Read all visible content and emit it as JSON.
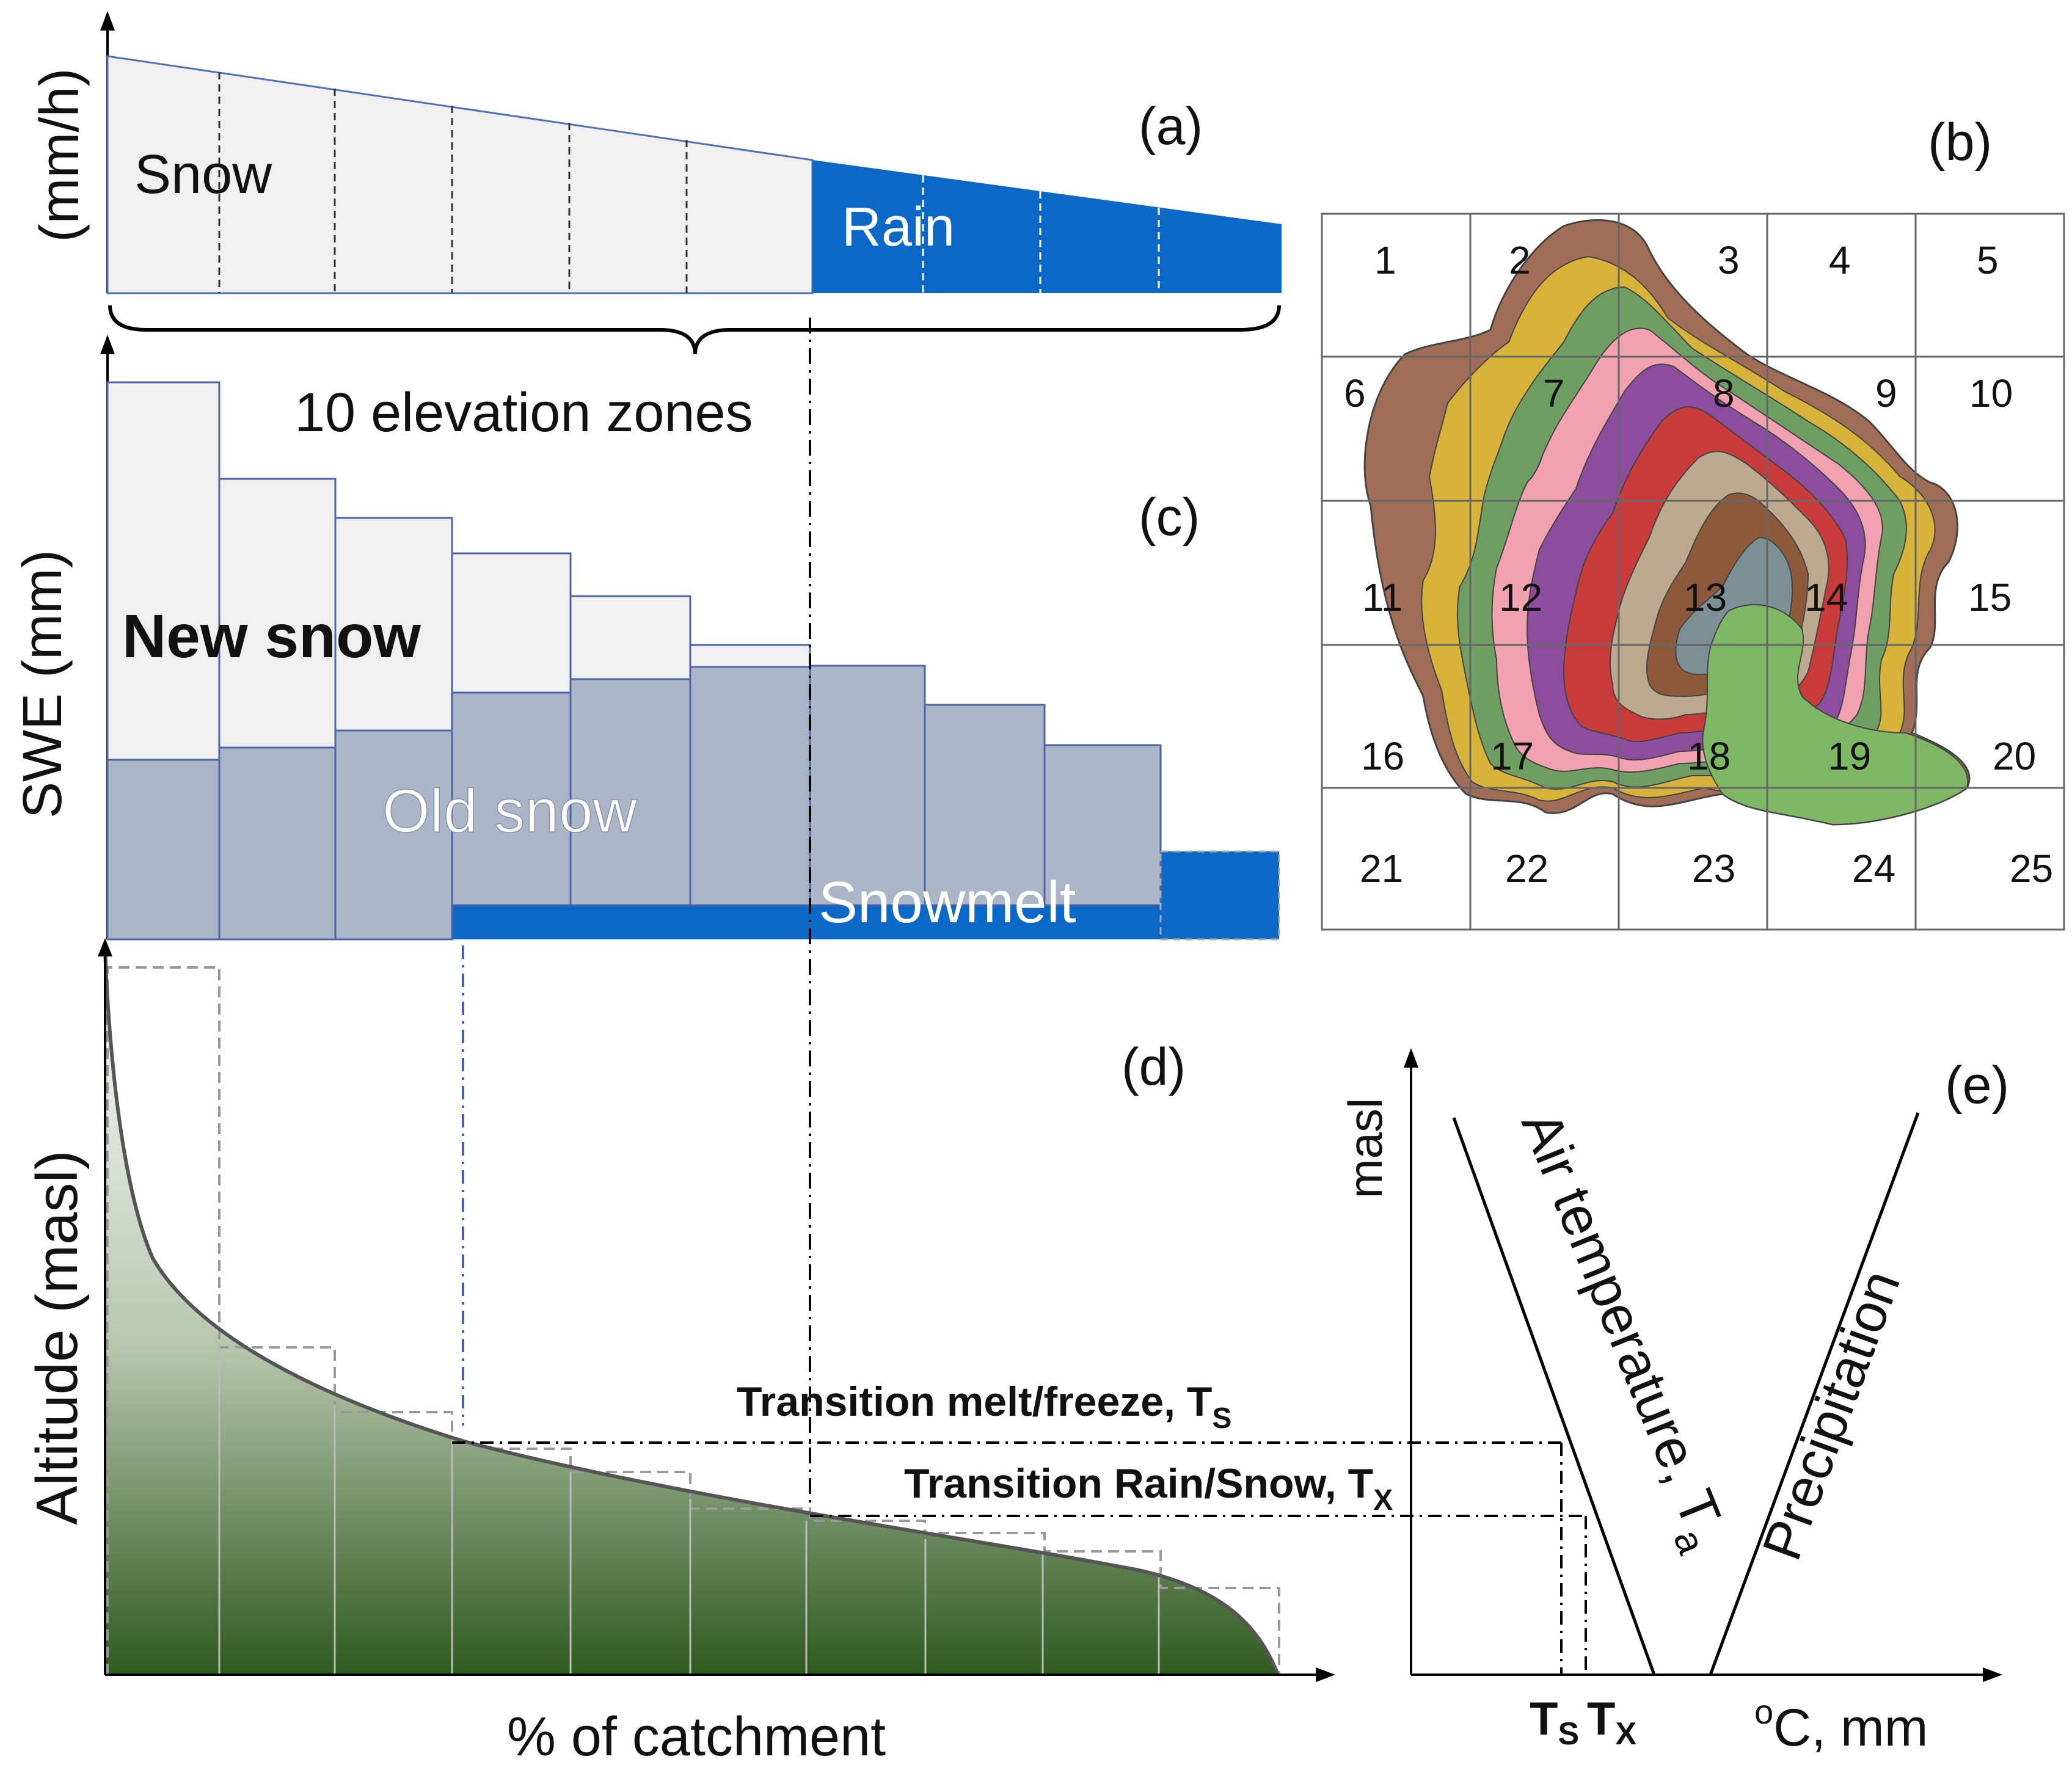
{
  "panel_a": {
    "tag": "(a)",
    "ylabel": "(mm/h)",
    "snow_label": "Snow",
    "rain_label": "Rain",
    "zones_label": "10 elevation zones",
    "colors": {
      "snow": "#f0f0f0",
      "rain": "#0b68c6"
    }
  },
  "panel_b": {
    "tag": "(b)",
    "grid_numbers": [
      "1",
      "2",
      "3",
      "4",
      "5",
      "6",
      "7",
      "8",
      "9",
      "10",
      "11",
      "12",
      "13",
      "14",
      "15",
      "16",
      "17",
      "18",
      "19",
      "20",
      "21",
      "22",
      "23",
      "24",
      "25"
    ],
    "zone_colors": [
      "#a06e57",
      "#d8b33a",
      "#6f9e63",
      "#f2a1b0",
      "#8c4d9e",
      "#c93a3a",
      "#bca98e",
      "#8c5a3a",
      "#7b8f94",
      "#7eb865"
    ]
  },
  "panel_c": {
    "tag": "(c)",
    "ylabel": "SWE (mm)",
    "new_snow_label": "New snow",
    "old_snow_label": "Old snow",
    "snowmelt_label": "Snowmelt",
    "colors": {
      "new_snow": "#f0f0f0",
      "old_snow": "#abb5c8",
      "snowmelt": "#0b68c6"
    }
  },
  "panel_d": {
    "tag": "(d)",
    "ylabel": "Altitude (masl)",
    "xlabel": "% of catchment",
    "ts_label": "Transition melt/freeze, T",
    "ts_sub": "S",
    "tx_label": "Transition Rain/Snow, T",
    "tx_sub": "X",
    "colors": {
      "fill_top": "#ffffff",
      "fill_bottom": "#2e5a1f"
    }
  },
  "panel_e": {
    "tag": "(e)",
    "ylabel": "masl",
    "air_temp_label": "Air temperature, T",
    "air_temp_sub": "a",
    "precip_label": "Precipitation",
    "ts_tick": "T",
    "ts_tick_sub": "S",
    "tx_tick": "T",
    "tx_tick_sub": "X",
    "xlabel": "°C, mm",
    "xlabel_sup": "o",
    "xlabel_main": "C, mm"
  }
}
